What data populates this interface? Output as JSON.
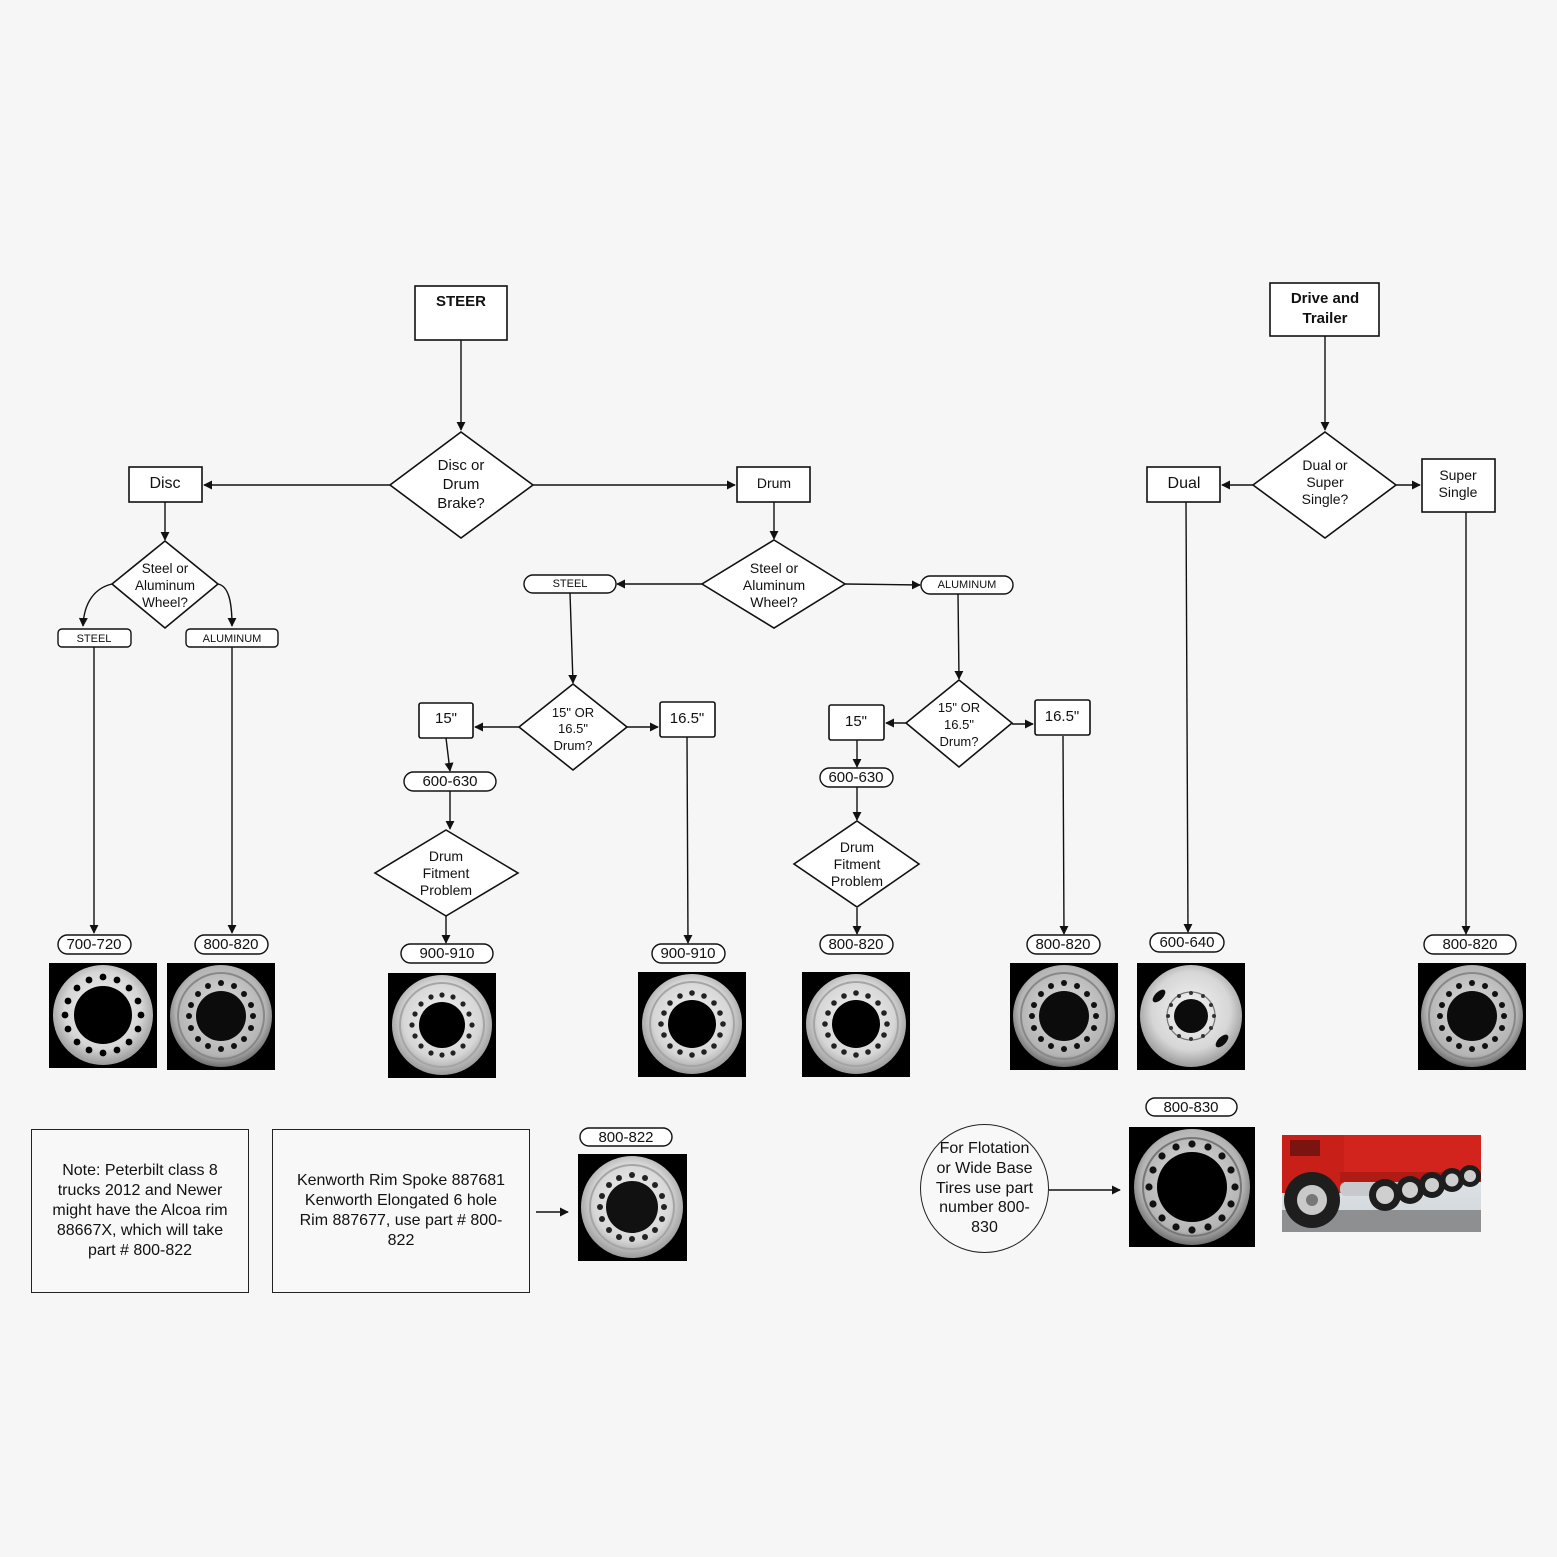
{
  "steer": {
    "title": "STEER",
    "brake_decision": [
      "Disc or",
      "Drum",
      "Brake?"
    ],
    "disc_label": "Disc",
    "drum_label": "Drum",
    "disc_wheel_decision": [
      "Steel or",
      "Aluminum",
      "Wheel?"
    ],
    "disc_steel_label": "STEEL",
    "disc_aluminum_label": "ALUMINUM",
    "disc_steel_part": "700-720",
    "disc_aluminum_part": "800-820",
    "drum_wheel_decision": [
      "Steel or",
      "Aluminum",
      "Wheel?"
    ],
    "drum_steel_label": "STEEL",
    "drum_aluminum_label": "ALUMINUM",
    "steel_size_decision": [
      "15\" OR",
      "16.5\"",
      "Drum?"
    ],
    "steel_15_label": "15\"",
    "steel_165_label": "16.5\"",
    "steel_15_part": "600-630",
    "steel_fitment": [
      "Drum",
      "Fitment",
      "Problem"
    ],
    "steel_15_final_part": "900-910",
    "steel_165_part": "900-910",
    "alu_size_decision": [
      "15\" OR",
      "16.5\"",
      "Drum?"
    ],
    "alu_15_label": "15\"",
    "alu_165_label": "16.5\"",
    "alu_15_part": "600-630",
    "alu_fitment": [
      "Drum",
      "Fitment",
      "Problem"
    ],
    "alu_15_final_part": "800-820",
    "alu_165_part": "800-820"
  },
  "drive": {
    "title": [
      "Drive and",
      "Trailer"
    ],
    "decision": [
      "Dual or",
      "Super",
      "Single?"
    ],
    "dual_label": "Dual",
    "super_single_label": [
      "Super",
      "Single"
    ],
    "dual_part": "600-640",
    "super_single_part": "800-820"
  },
  "notes": {
    "peterbilt": "Note: Peterbilt class 8 trucks 2012 and Newer might have the Alcoa rim 88667X, which will take part # 800-822",
    "kenworth": "Kenworth Rim Spoke 887681 Kenworth Elongated 6 hole Rim 887677, use part # 800-822",
    "kenworth_part": "800-822",
    "flotation": "For Flotation or Wide Base Tires use part number 800-830",
    "flotation_part": "800-830"
  },
  "colors": {
    "line": "#111111",
    "background": "#f6f6f6",
    "wheel_tile": "#000000",
    "wheel_silver": "#d9d9d9",
    "truck_red": "#d2241c"
  },
  "icons": [
    "wheel-cover-photo",
    "truck-photo"
  ]
}
